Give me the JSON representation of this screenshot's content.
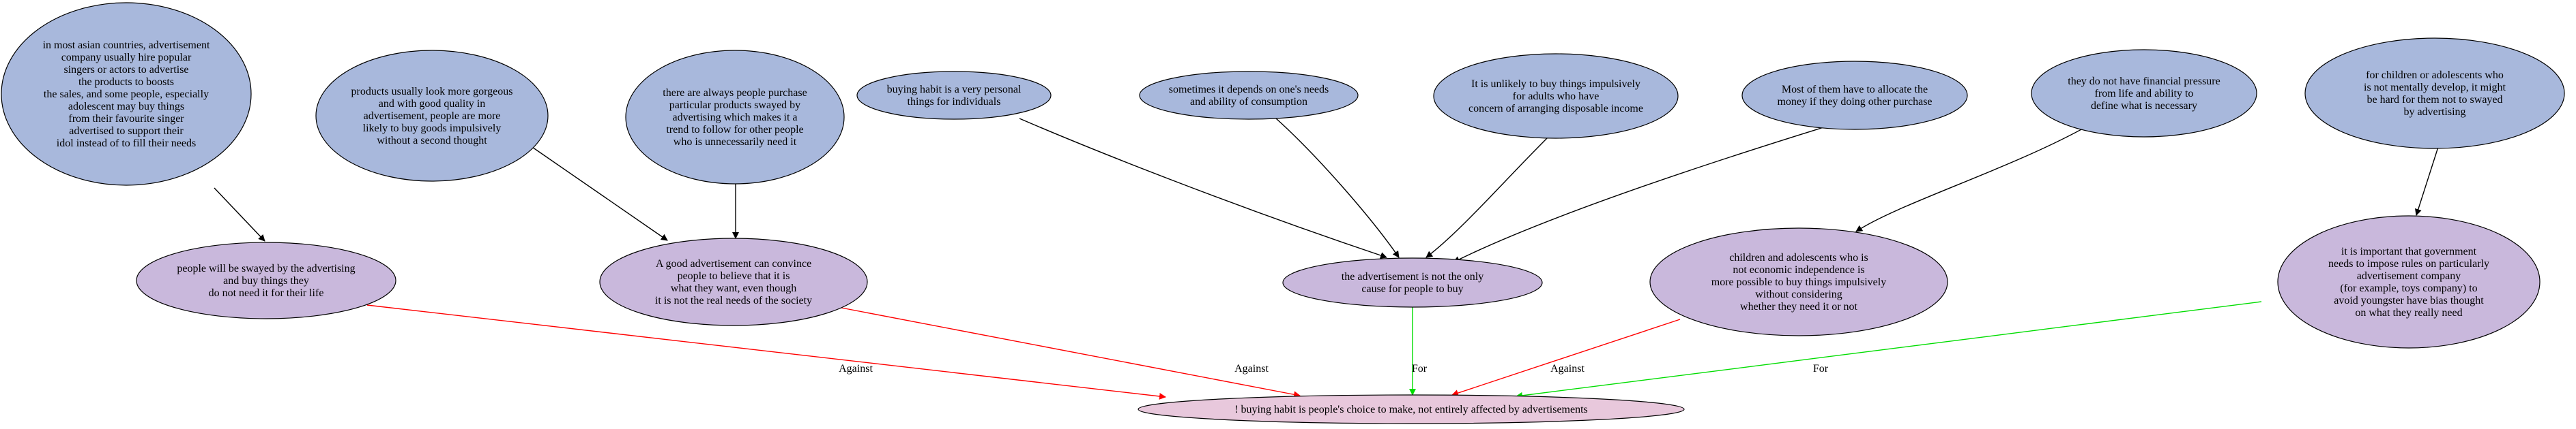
{
  "colors": {
    "premise_fill": "#a8b8dc",
    "intermediate_fill": "#c9b8dc",
    "conclusion_fill": "#e8c8dc",
    "stroke": "#000000",
    "against": "#ff0000",
    "for": "#00dd00"
  },
  "nodes": {
    "n1": [
      "in most asian countries, advertisement",
      "company usually hire popular",
      "singers or actors to advertise",
      "the products to boosts",
      "the sales, and some people, especially",
      "adolescent may buy things",
      "from their favourite singer",
      "advertised to support their",
      "idol instead of to fill their needs"
    ],
    "n2": [
      "products usually look more gorgeous",
      "and with good quality in",
      "advertisement, people are more",
      "likely to buy goods impulsively",
      "without a second thought"
    ],
    "n3": [
      "there are always people purchase",
      "particular products swayed by",
      "advertising which makes it a",
      "trend to follow for other people",
      "who is unnecessarily need it"
    ],
    "n4": [
      "buying habit is a very personal",
      "things for individuals"
    ],
    "n5": [
      "sometimes it depends on one's needs",
      "and ability of consumption"
    ],
    "n6": [
      "It is unlikely to buy things impulsively",
      "for adults who have",
      "concern of arranging disposable income"
    ],
    "n7": [
      "Most of them have to allocate the",
      "money if they doing other purchase"
    ],
    "n8": [
      "they do not have financial pressure",
      "from life and ability to",
      "define what is necessary"
    ],
    "n9": [
      "for children or adolescents who",
      "is not mentally develop, it might",
      "be hard for them not to swayed",
      "by advertising"
    ],
    "i1": [
      "people will be swayed by the advertising",
      "and buy things they",
      "do not need it for their life"
    ],
    "i2": [
      "A good advertisement can convince",
      "people to believe that it is",
      "what they want, even though",
      "it is not the real needs of the society"
    ],
    "i3": [
      "the advertisement is not the only",
      "cause for people to buy"
    ],
    "i4": [
      "children and adolescents who is",
      "not economic independence is",
      "more possible to buy things impulsively",
      "without considering",
      "whether they need it or not"
    ],
    "i5": [
      "it is important that government",
      "needs to impose rules on particularly",
      "advertisement company",
      "(for example, toys company) to",
      "avoid youngster have bias thought",
      "on what they really need"
    ],
    "conclusion": [
      "! buying habit is people's choice to make, not entirely affected by advertisements"
    ]
  },
  "edges": [
    {
      "from": "n1",
      "to": "i1",
      "kind": "support",
      "label": ""
    },
    {
      "from": "n2",
      "to": "i2",
      "kind": "support",
      "label": ""
    },
    {
      "from": "n3",
      "to": "i2",
      "kind": "support",
      "label": ""
    },
    {
      "from": "n4",
      "to": "i3",
      "kind": "support",
      "label": ""
    },
    {
      "from": "n5",
      "to": "i3",
      "kind": "support",
      "label": ""
    },
    {
      "from": "n6",
      "to": "i3",
      "kind": "support",
      "label": ""
    },
    {
      "from": "n7",
      "to": "i3",
      "kind": "support",
      "label": ""
    },
    {
      "from": "n8",
      "to": "i4",
      "kind": "support",
      "label": ""
    },
    {
      "from": "n9",
      "to": "i5",
      "kind": "support",
      "label": ""
    },
    {
      "from": "i1",
      "to": "conclusion",
      "kind": "against",
      "label": "Against"
    },
    {
      "from": "i2",
      "to": "conclusion",
      "kind": "against",
      "label": "Against"
    },
    {
      "from": "i3",
      "to": "conclusion",
      "kind": "for",
      "label": "For"
    },
    {
      "from": "i4",
      "to": "conclusion",
      "kind": "against",
      "label": "Against"
    },
    {
      "from": "i5",
      "to": "conclusion",
      "kind": "for",
      "label": "For"
    }
  ]
}
